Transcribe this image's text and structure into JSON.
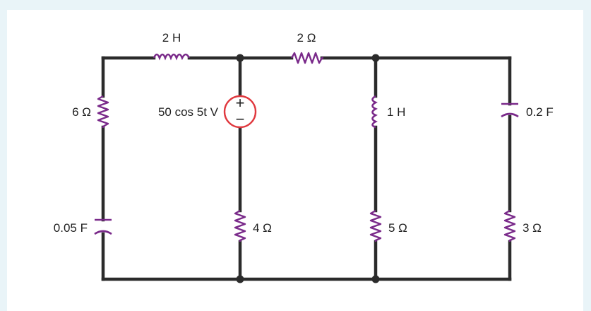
{
  "components": {
    "inductor_top": "2 H",
    "resistor_top": "2 Ω",
    "resistor_left": "6 Ω",
    "source": "50 cos 5t V",
    "inductor_mid": "1 H",
    "capacitor_right": "0.2 F",
    "capacitor_left": "0.05 F",
    "resistor_4": "4 Ω",
    "resistor_5": "5 Ω",
    "resistor_3": "3 Ω"
  },
  "source_polarity": {
    "plus": "+",
    "minus": "−"
  },
  "colors": {
    "wire": "#2b2b2b",
    "component": "#7a2a8a",
    "source": "#e0383e",
    "background": "#e9f4f8"
  }
}
